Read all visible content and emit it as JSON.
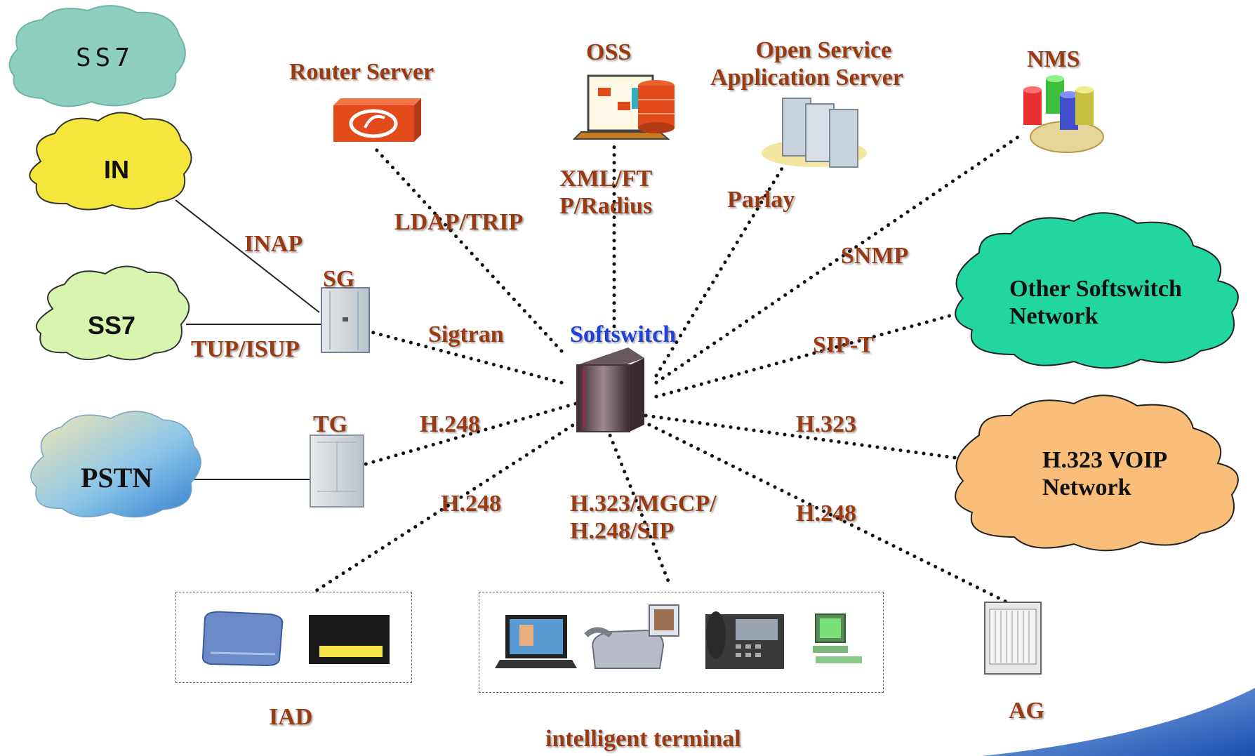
{
  "clouds": {
    "ss7_top": "SS7",
    "in": "IN",
    "ss7": "SS7",
    "pstn": "PSTN",
    "other_softswitch": [
      "Other Softswitch",
      "Network"
    ],
    "h323_voip": [
      "H.323 VOIP",
      "Network"
    ]
  },
  "devices": {
    "router_server": "Router Server",
    "oss": "OSS",
    "open_service": [
      "Open Service",
      "Application Server"
    ],
    "nms": "NMS",
    "sg": "SG",
    "tg": "TG",
    "softswitch": "Softswitch",
    "iad": "IAD",
    "intelligent_terminal": "intelligent terminal",
    "ag": "AG"
  },
  "protocols": {
    "inap": "INAP",
    "tup_isup": "TUP/ISUP",
    "ldap_trip": "LDAP/TRIP",
    "xml_ftp": [
      "XML/FT",
      "P/Radius"
    ],
    "parlay": "Parlay",
    "snmp": "SNMP",
    "sigtran": "Sigtran",
    "sip_t": "SIP-T",
    "h248_tg": "H.248",
    "h323": "H.323",
    "h248_iad": "H.248",
    "h323_mgcp": [
      "H.323/MGCP/",
      "H.248/SIP"
    ],
    "h248_ag": "H.248"
  },
  "colors": {
    "label": "#9a3a12",
    "softswitch_label": "#1f3fd8",
    "cloud_ss7_top": "#8fcfc0",
    "cloud_in": "#f5e63c",
    "cloud_ss7": "#d8f5b0",
    "cloud_other": "#22d6a0",
    "cloud_h323": "#f8be7a"
  }
}
